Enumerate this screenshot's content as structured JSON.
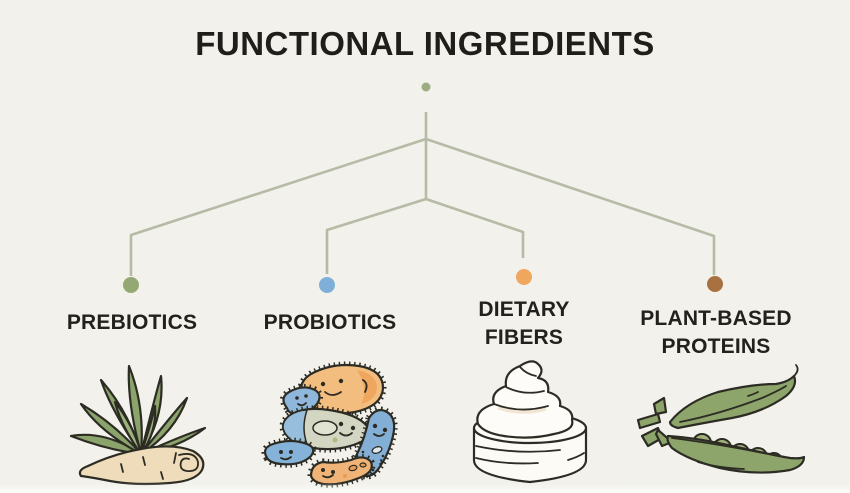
{
  "title": "FUNCTIONAL INGREDIENTS",
  "diagram": {
    "background_color": "#f2f1eb",
    "connector_color": "#b6bba5",
    "root_dot_color": "#9dac83"
  },
  "categories": [
    {
      "label": "PREBIOTICS",
      "dot_color": "#93a873",
      "icon": "chicory-root-plant-icon"
    },
    {
      "label": "PROBIOTICS",
      "dot_color": "#7fafd8",
      "icon": "probiotic-bacteria-icon"
    },
    {
      "label": "DIETARY FIBERS",
      "dot_color": "#efa75d",
      "icon": "cream-swirl-jar-icon"
    },
    {
      "label": "PLANT-BASED PROTEINS",
      "dot_color": "#a9713f",
      "icon": "pea-pods-icon"
    }
  ]
}
